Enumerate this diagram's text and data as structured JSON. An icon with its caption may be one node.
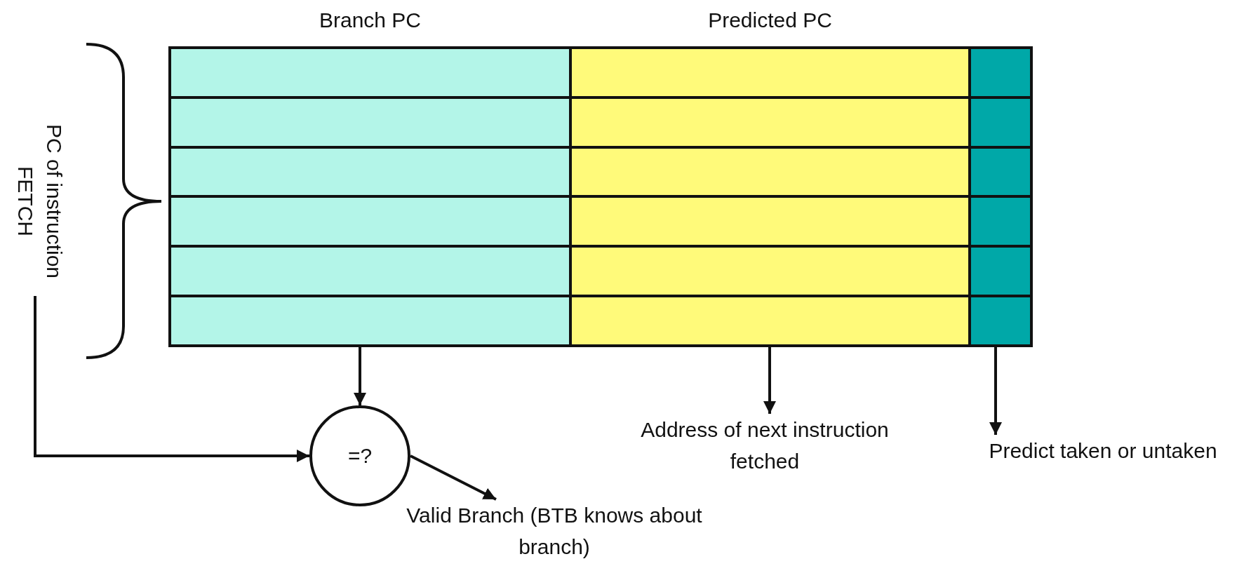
{
  "diagram": {
    "nodes": [
      {
        "text": [
          "Branch PC"
        ]
      },
      {
        "text": [
          "Predicted PC"
        ]
      },
      {
        "text": [],
        "shape": "box"
      },
      {
        "text": [
          "PC of instruction FETCH"
        ]
      },
      {
        "text": [
          "=?"
        ]
      },
      {
        "text": [
          "Valid Branch (BTB knows about branch)"
        ]
      },
      {
        "text": [
          "Address of next instruction fetched"
        ]
      },
      {
        "text": [
          "Predict taken or untaken"
        ]
      }
    ],
    "edges": [
      {
        "from": 0,
        "to": 4,
        "arrow": "to"
      },
      {
        "from": 3,
        "to": 4,
        "arrow": "to"
      },
      {
        "from": 4,
        "to": 5,
        "arrow": "to"
      },
      {
        "from": 1,
        "to": 6,
        "arrow": "to"
      },
      {
        "from": 2,
        "to": 7,
        "arrow": "to"
      }
    ]
  }
}
